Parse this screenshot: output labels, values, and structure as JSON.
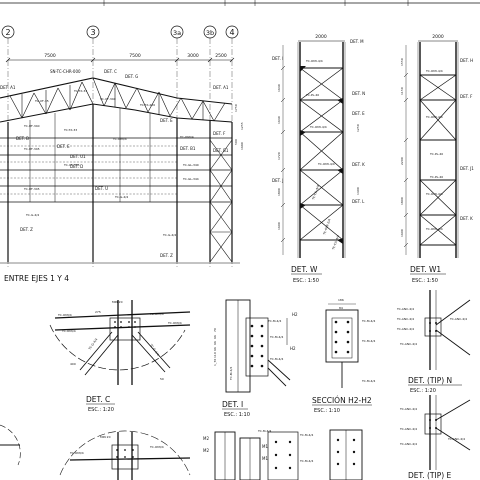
{
  "axes": [
    "2",
    "3",
    "3a",
    "3b",
    "4"
  ],
  "dims_top": [
    "7500",
    "7500",
    "3000",
    "2500"
  ],
  "elevation": {
    "title": "ENTRE EJES 1 Y 4",
    "top_labels": [
      "SN-TC-CHR-000",
      "DET. C",
      "DET. G"
    ],
    "member_tags": [
      "TC-UF-35",
      "TC-TX-33",
      "TC-UF-340",
      "TC-TX-200",
      "TC-UF-340",
      "TC-UF-345",
      "TC-UF-345",
      "TC-TX-33",
      "TC-UF-345",
      "TC-GL-340",
      "TC-GL-344",
      "TC-G-4/4",
      "TC-G-4/4",
      "TC-G-4/4",
      "TC-OMI/4",
      "TC-OMI/4"
    ],
    "det_tags": [
      "DET. A1",
      "DET. A1",
      "DET. B",
      "DET. U1",
      "DET. U",
      "DET. E",
      "DET. B1",
      "DET. B1",
      "DET. F",
      "DET. E",
      "DET. D",
      "DET. Z",
      "DET. Z"
    ],
    "vert_dims": [
      "1750",
      "1255",
      "1690",
      "500"
    ]
  },
  "det_w": {
    "title": "DET. W",
    "scale": "ESC.: 1:50",
    "top_dim": "2000",
    "tags": [
      "DET. M",
      "DET. I",
      "DET. N",
      "DET. E",
      "DET. K",
      "DET. L",
      "DET. J"
    ],
    "vert_dims": [
      "1640",
      "1640",
      "1720",
      "1800",
      "1400",
      "1600",
      "1250"
    ],
    "member_tags": [
      "TC-OMI-4/4",
      "TC-PL-40",
      "TC-OMI-4/4",
      "TC-OMI-4/4",
      "TC-CIL-4/4",
      "TC-OMI-2/4",
      "TC-CIL-4/4"
    ]
  },
  "det_w1": {
    "title": "DET. W1",
    "scale": "ESC.: 1:50",
    "top_dim": "2000",
    "tags": [
      "DET. H",
      "DET. F",
      "DET. J1",
      "DET. K"
    ],
    "vert_dims": [
      "1550",
      "1150",
      "2200",
      "1800",
      "1600"
    ],
    "member_tags": [
      "TC-OMI-4/4",
      "TC-OMI-4/4",
      "TC-PL-40",
      "TC-OMI-4/4",
      "TC-OMI-4/4",
      "TC-PL-40"
    ]
  },
  "det_c": {
    "title": "DET. C",
    "scale": "ESC.: 1:20",
    "tags": [
      "MIN 20",
      "TC-OMI/4",
      "TC-OMI/4",
      "TC-OMI/4",
      "TC-OMI/4",
      "TC-G-4/4",
      "TC-G-4/4"
    ],
    "dims": [
      "275",
      "400",
      "50"
    ]
  },
  "det_i": {
    "title": "DET. I",
    "scale": "ESC.: 1:10",
    "tags": [
      "H2",
      "H2",
      "TC-M-4/4",
      "TC-M-4/4",
      "TC-M-4/4",
      "TC-M-4/4"
    ],
    "dims": [
      "1_70",
      "110",
      "66",
      "66",
      "66",
      "70"
    ]
  },
  "sec_h2": {
    "title": "SECCIÓN H2-H2",
    "scale": "ESC.: 1:10",
    "dims": [
      "186",
      "84"
    ],
    "tags": [
      "TC-M-4/4",
      "TC-M-4/4",
      "TC-M-4/4"
    ]
  },
  "det_tip_n": {
    "title": "DET. (TIP) N",
    "scale": "ESC.: 1:20",
    "tags": [
      "TC-ANC-4/4",
      "TC-ANC-4/4",
      "TC-ANC-4/4",
      "TC-ANC-4/4",
      "TC-ANC-4/4"
    ]
  },
  "det_tip_e": {
    "title": "DET. (TIP) E",
    "tags": [
      "TC-ANC-4/4",
      "TC-ANC-4/4",
      "TC-ANC-4/4",
      "TC-ANC-4/4"
    ]
  },
  "bottom_mid": {
    "tags": [
      "MIN 20",
      "TC-OMI/4",
      "TC-OMI/4",
      "M2",
      "M2",
      "M1",
      "M1",
      "TC-M-4/4",
      "TC-M-4/4",
      "TC-M-4/4"
    ]
  }
}
